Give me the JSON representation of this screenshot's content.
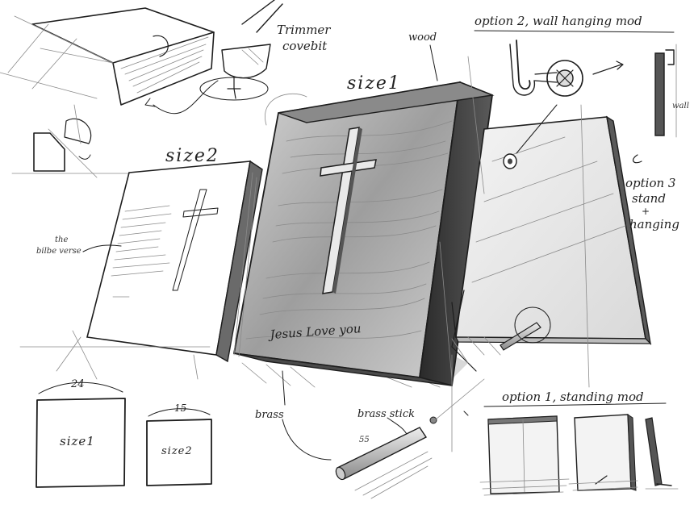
{
  "labels": {
    "trimmer": "Trimmer",
    "covebit": "covebit",
    "wood": "wood",
    "option2": "option 2, wall hanging mod",
    "wall": "wall",
    "size1_top": "size1",
    "size2_top": "size2",
    "option3_line1": "option 3",
    "option3_line2": "stand",
    "option3_plus": "+",
    "option3_line3": "hanging",
    "bible_verse_line1": "the",
    "bible_verse_line2": "bilbe verse",
    "inscription": "Jesus Love you",
    "brass": "brass",
    "brass_stick": "brass stick",
    "stick_length": "55",
    "option1": "option 1, standing mod",
    "dim_24": "24",
    "dim_15": "15",
    "size1_box": "size1",
    "size2_box": "size2"
  },
  "colors": {
    "ink": "#1d1d1d",
    "wood_dark": "#3a3a3a",
    "wood_face": "#bdbdbd",
    "page_white": "#ffffff"
  }
}
